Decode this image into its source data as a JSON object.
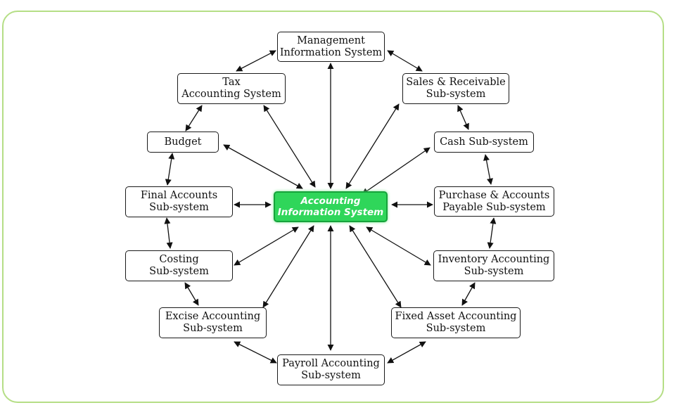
{
  "diagram": {
    "center": "Accounting\nInformation System",
    "nodes": {
      "mis": "Management\nInformation System",
      "sales": "Sales & Receivable\nSub-system",
      "cash": "Cash Sub-system",
      "purchase": "Purchase & Accounts\nPayable Sub-system",
      "inventory": "Inventory Accounting\nSub-system",
      "fixed": "Fixed Asset Accounting\nSub-system",
      "payroll": "Payroll Accounting\nSub-system",
      "excise": "Excise Accounting\nSub-system",
      "costing": "Costing\nSub-system",
      "final": "Final Accounts\nSub-system",
      "budget": "Budget",
      "tax": "Tax\nAccounting System"
    }
  }
}
